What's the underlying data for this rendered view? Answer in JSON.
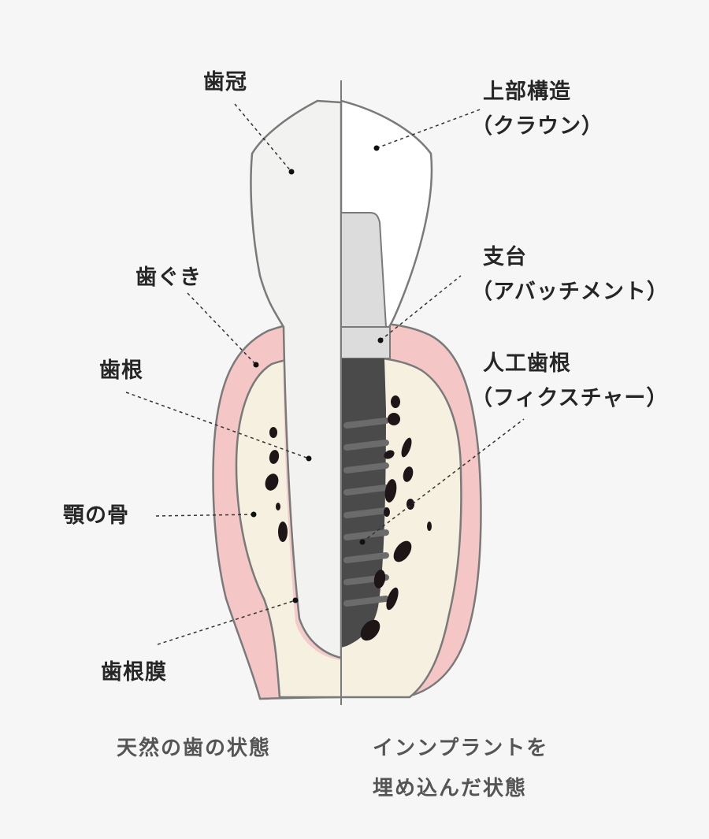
{
  "labels_left": {
    "crown": "歯冠",
    "gum": "歯ぐき",
    "root": "歯根",
    "jawbone": "顎の骨",
    "ligament": "歯根膜"
  },
  "labels_right": {
    "superstructure": "上部構造",
    "superstructure_sub": "（クラウン）",
    "abutment": "支台",
    "abutment_sub": "（アバッチメント）",
    "fixture": "人工歯根",
    "fixture_sub": "（フィクスチャー）"
  },
  "captions": {
    "left": "天然の歯の状態",
    "right_line1": "インンプラントを",
    "right_line2": "埋め込んだ状態"
  },
  "colors": {
    "background": "#f6f6f6",
    "outline": "#7a7a7a",
    "gum": "#f4c6c6",
    "bone": "#f5f0e0",
    "tooth": "#f2f2f0",
    "crown": "#ffffff",
    "abutment": "#dcdcdc",
    "fixture": "#4a4a4a",
    "threads": "#6b6b6b",
    "marrow": "#1e1616"
  }
}
